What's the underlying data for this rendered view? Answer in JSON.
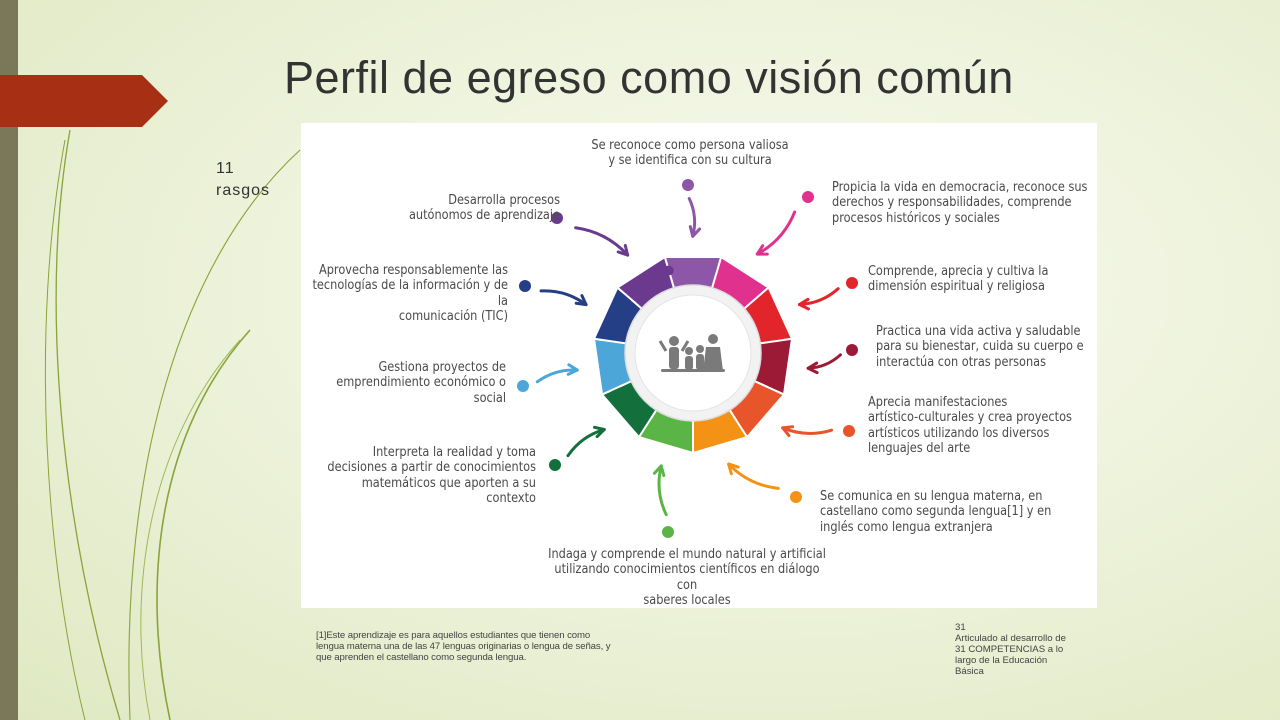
{
  "slide": {
    "title": "Perfil de egreso como visión común",
    "side_label": "11\nrasgos",
    "footnote": " [1]Este aprendizaje es para aquellos estudiantes que tienen como lengua materna una de las 47 lenguas originarias o lengua de señas, y que aprenden el castellano como segunda lengua.",
    "note": "31\nArticulado al desarrollo de 31 COMPETENCIAS a lo largo de la Educación Básica"
  },
  "diagram": {
    "traits": [
      {
        "text": "Se reconoce como persona valiosa\ny se identifica con su cultura",
        "color": "#8e56a8"
      },
      {
        "text": "Propicia la vida en democracia, reconoce sus\nderechos y responsabilidades, comprende\nprocesos históricos y sociales",
        "color": "#e1318f"
      },
      {
        "text": "Comprende, aprecia y cultiva la\ndimensión espiritual y religiosa",
        "color": "#e2242b"
      },
      {
        "text": "Practica una vida activa y saludable\npara su bienestar, cuida su cuerpo e\ninteractúa con otras personas",
        "color": "#9c1a35"
      },
      {
        "text": "Aprecia manifestaciones\nartístico-culturales y crea proyectos\nartísticos utilizando los diversos\nlenguajes del arte",
        "color": "#e8552a"
      },
      {
        "text": "Se comunica en su lengua materna, en\ncastellano como segunda lengua[1] y en\ninglés como lengua extranjera",
        "color": "#f39214"
      },
      {
        "text": "Indaga y comprende el mundo natural y artificial\nutilizando conocimientos científicos en diálogo con\nsaberes locales",
        "color": "#5bb546"
      },
      {
        "text": "Interpreta la realidad y toma\ndecisiones a partir de conocimientos\nmatemáticos que aporten a su\ncontexto",
        "color": "#13703c"
      },
      {
        "text": "Gestiona proyectos de\nemprendimiento económico o\nsocial",
        "color": "#4ca6d8"
      },
      {
        "text": "Aprovecha responsablemente las\ntecnologías de la información y de la\ncomunicación (TIC)",
        "color": "#253f87"
      },
      {
        "text": "Desarrolla procesos\nautónomos de aprendizaje",
        "color": "#6b3a8e"
      }
    ]
  },
  "icons": {
    "center": "family-icon"
  }
}
